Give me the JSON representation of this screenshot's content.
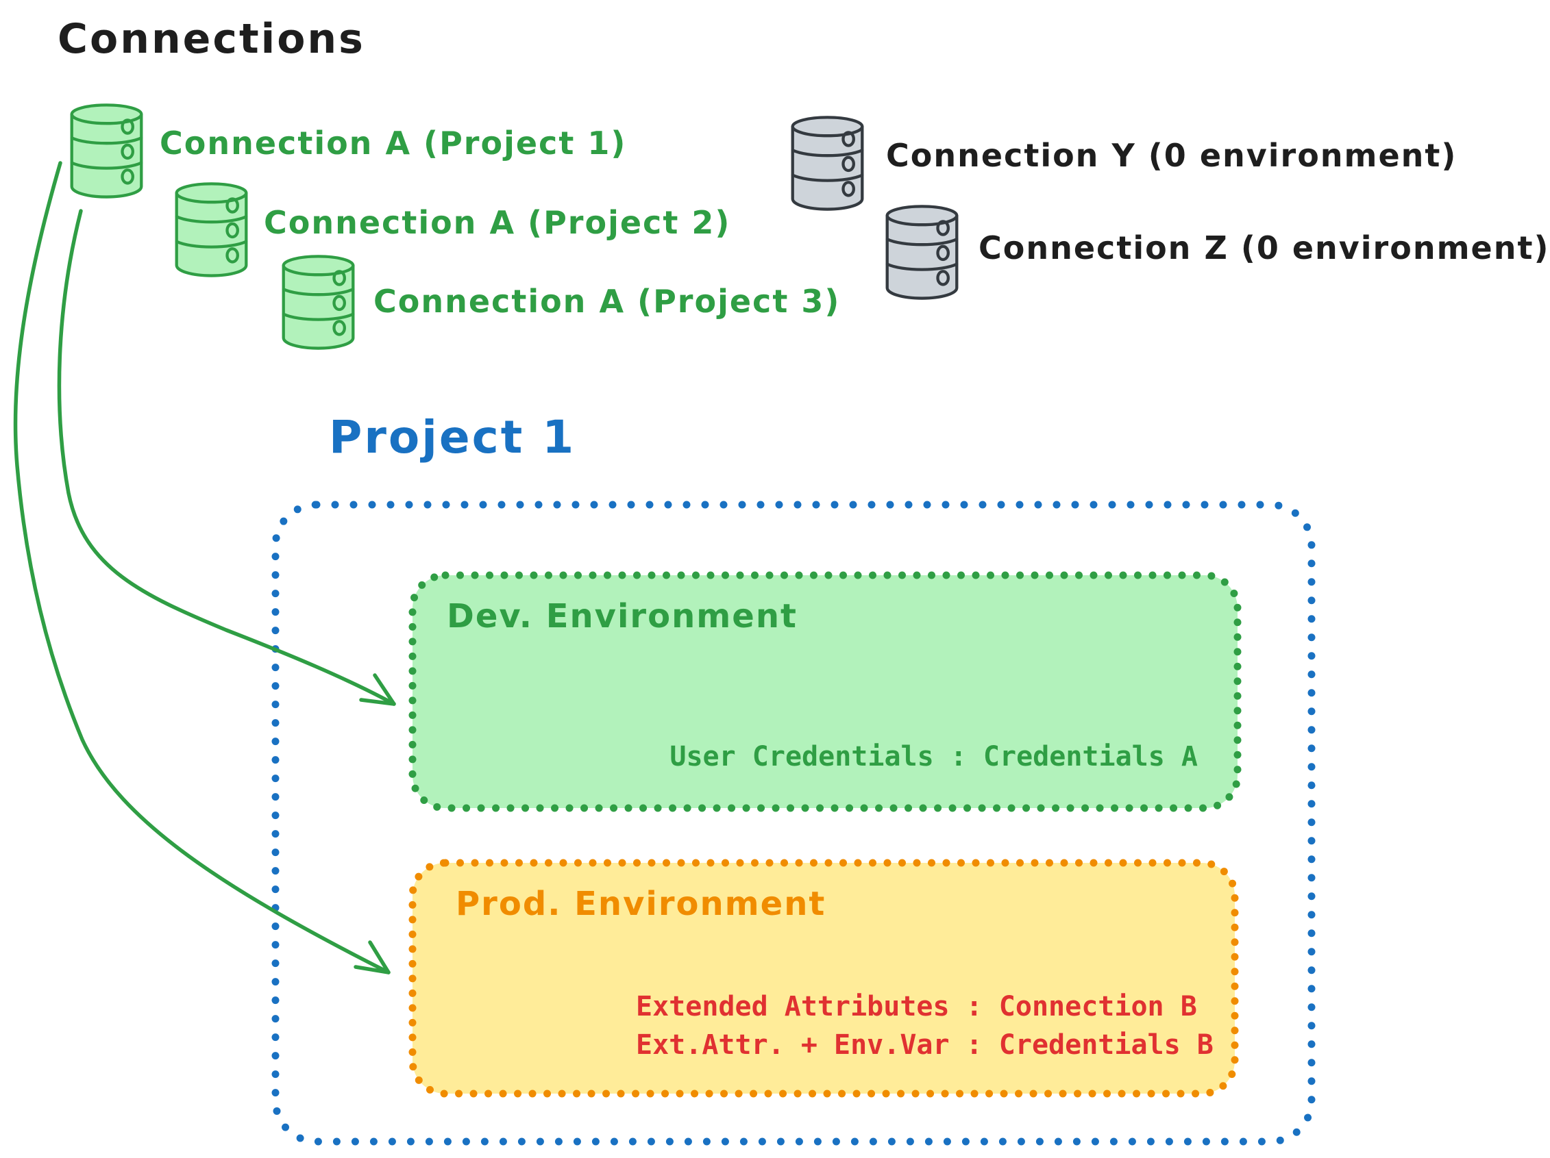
{
  "title": "Connections",
  "colors": {
    "text_dark": "#1e1e1e",
    "green_stroke": "#2f9e44",
    "green_fill": "#b2f2bb",
    "gray_fill": "#ced4da",
    "gray_stroke": "#343a40",
    "blue": "#1971c2",
    "orange": "#f08c00",
    "yellow_fill": "#ffec99",
    "red": "#e03131"
  },
  "connections": {
    "project_a": [
      {
        "icon": "database-icon",
        "color": "green",
        "label": "Connection A (Project 1)"
      },
      {
        "icon": "database-icon",
        "color": "green",
        "label": "Connection A (Project 2)"
      },
      {
        "icon": "database-icon",
        "color": "green",
        "label": "Connection A (Project 3)"
      }
    ],
    "unassigned": [
      {
        "icon": "database-icon",
        "color": "gray",
        "label": "Connection Y (0 environment)"
      },
      {
        "icon": "database-icon",
        "color": "gray",
        "label": "Connection Z (0 environment)"
      }
    ]
  },
  "project": {
    "title": "Project 1",
    "environments": {
      "dev": {
        "title": "Dev. Environment",
        "credentials_line": "User Credentials : Credentials A"
      },
      "prod": {
        "title": "Prod. Environment",
        "lines": [
          "Extended Attributes : Connection B",
          "Ext.Attr. + Env.Var : Credentials B"
        ]
      }
    }
  }
}
